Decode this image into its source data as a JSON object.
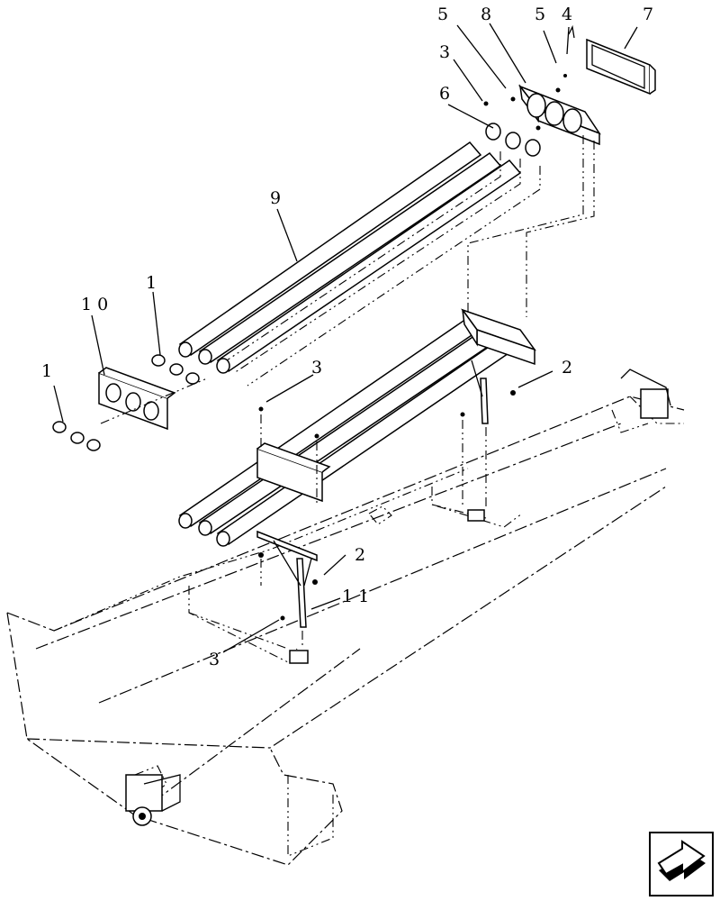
{
  "callouts": {
    "c1a": "1",
    "c1b": "1",
    "c2a": "2",
    "c2b": "2",
    "c3a": "3",
    "c3b": "3",
    "c3c": "3",
    "c4": "4",
    "c5a": "5",
    "c5b": "5",
    "c6": "6",
    "c7": "7",
    "c8": "8",
    "c9": "9",
    "c10": "1 0",
    "c11": "1 1"
  },
  "icons": {
    "nav": "next-page-arrow-icon"
  }
}
